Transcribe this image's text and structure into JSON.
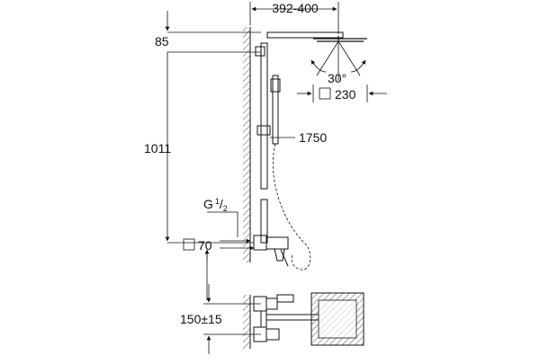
{
  "diagram": {
    "dimensions": {
      "head_projection": "392-400",
      "top_offset": "85",
      "spray_angle": "30°",
      "head_size": "230",
      "rail_length": "1750",
      "height_to_outlet": "1011",
      "thread_prefix": "G",
      "thread_num": "1",
      "thread_den": "2",
      "wall_spacing": "70",
      "centre_distance": "150±15"
    },
    "colors": {
      "line": "#111111",
      "hatch": "#555555",
      "background": "#ffffff"
    }
  }
}
